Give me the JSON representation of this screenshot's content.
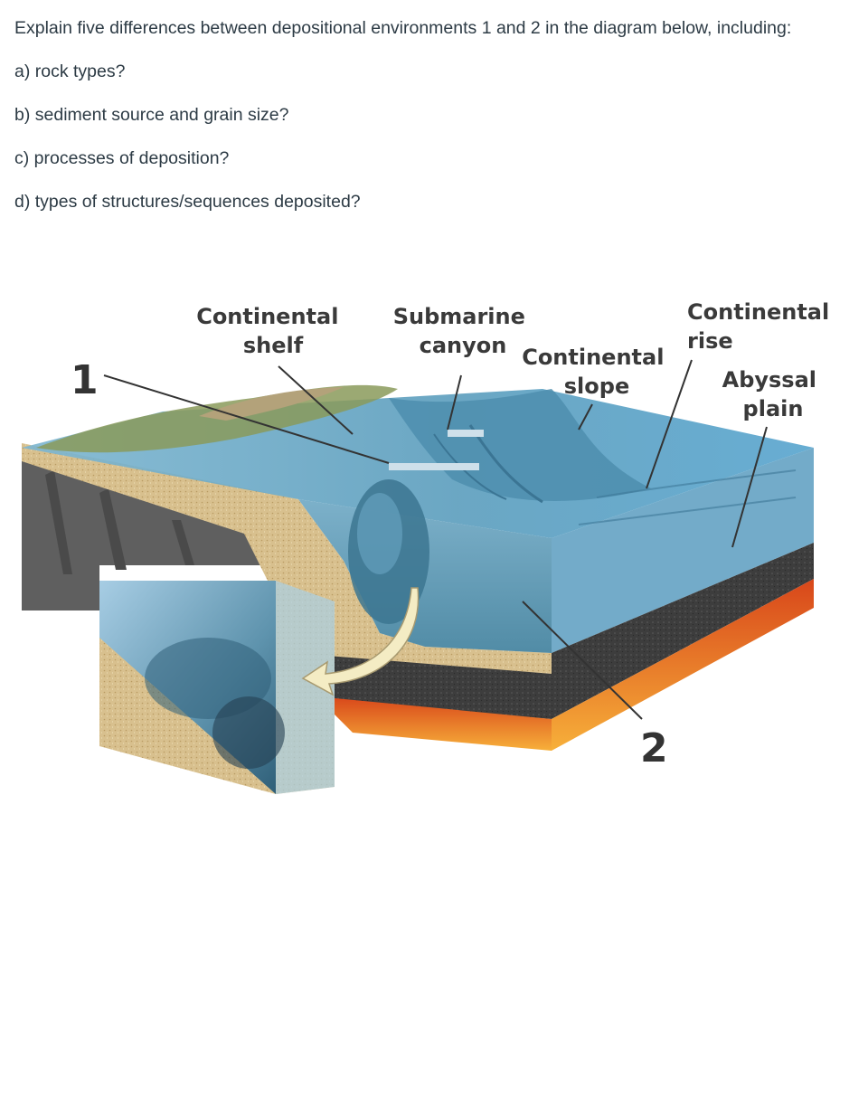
{
  "question": {
    "prompt": "Explain five differences between depositional environments 1 and 2 in the diagram below, including:",
    "parts": [
      "a) rock types?",
      "b) sediment source and grain size?",
      "c) processes of deposition?",
      "d) types of structures/sequences deposited?"
    ]
  },
  "diagram": {
    "labels": {
      "continental_shelf": [
        "Continental",
        "shelf"
      ],
      "submarine_canyon": [
        "Submarine",
        "canyon"
      ],
      "continental_slope": [
        "Continental",
        "slope"
      ],
      "continental_rise": [
        "Continental",
        "rise"
      ],
      "abyssal_plain": [
        "Abyssal",
        "plain"
      ]
    },
    "markers": {
      "env1": "1",
      "env2": "2"
    },
    "colors": {
      "ocean": "#6fa9c6",
      "deep_ocean": "#3f7f9f",
      "sediment": "#d8c08e",
      "rock": "#5a5a5a",
      "mantle": "#e8621b",
      "arrow": "#f4ecc4"
    }
  }
}
